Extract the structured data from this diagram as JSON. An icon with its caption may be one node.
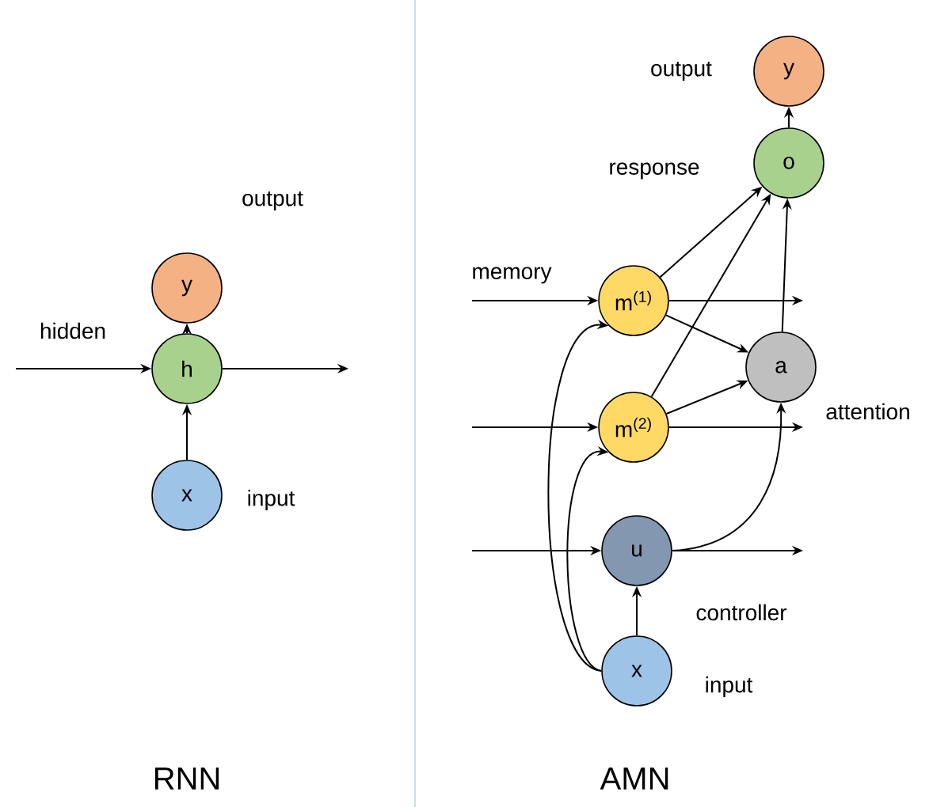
{
  "diagram": {
    "nodes": [
      {
        "text": [
          "y"
        ],
        "beside": [
          "output"
        ]
      },
      {
        "text": [
          "h"
        ],
        "beside": [
          "hidden"
        ]
      },
      {
        "text": [
          "x"
        ],
        "beside": [
          "input"
        ]
      },
      {
        "text": [
          "y"
        ],
        "beside": [
          "output"
        ]
      },
      {
        "text": [
          "o"
        ],
        "beside": [
          "response"
        ]
      },
      {
        "text": [
          "m$^{(1)}$"
        ],
        "beside": [
          "memory"
        ]
      },
      {
        "text": [
          "a"
        ],
        "beside": [
          "attention"
        ]
      },
      {
        "text": [
          "m$^{(2)}$"
        ]
      },
      {
        "text": [
          "u"
        ],
        "beside": [
          "controller"
        ]
      },
      {
        "text": [
          "x"
        ],
        "beside": [
          "input"
        ]
      }
    ],
    "edges": [
      {
        "from": 2,
        "to": 1,
        "arrow": "to"
      },
      {
        "from": 1,
        "to": 0,
        "arrow": "to"
      },
      {
        "from": null,
        "to": 1,
        "arrow": "to"
      },
      {
        "from": 1,
        "to": null,
        "arrow": "to"
      },
      {
        "from": 4,
        "to": 3,
        "arrow": "to"
      },
      {
        "from": 6,
        "to": 4,
        "arrow": "to"
      },
      {
        "from": 5,
        "to": 4,
        "arrow": "to"
      },
      {
        "from": 7,
        "to": 4,
        "arrow": "to"
      },
      {
        "from": 5,
        "to": 6,
        "arrow": "to"
      },
      {
        "from": 7,
        "to": 6,
        "arrow": "to"
      },
      {
        "from": 8,
        "to": 6,
        "arrow": "to"
      },
      {
        "from": 5,
        "to": null,
        "arrow": "to"
      },
      {
        "from": 7,
        "to": null,
        "arrow": "to"
      },
      {
        "from": 8,
        "to": null,
        "arrow": "to"
      },
      {
        "from": null,
        "to": 5,
        "arrow": "to"
      },
      {
        "from": null,
        "to": 7,
        "arrow": "to"
      },
      {
        "from": null,
        "to": 8,
        "arrow": "to"
      },
      {
        "from": 9,
        "to": 8,
        "arrow": "to"
      },
      {
        "from": 9,
        "to": 5,
        "arrow": "to"
      },
      {
        "from": 9,
        "to": 7,
        "arrow": "to"
      }
    ],
    "labels": [
      "RNN",
      "AMN"
    ]
  }
}
